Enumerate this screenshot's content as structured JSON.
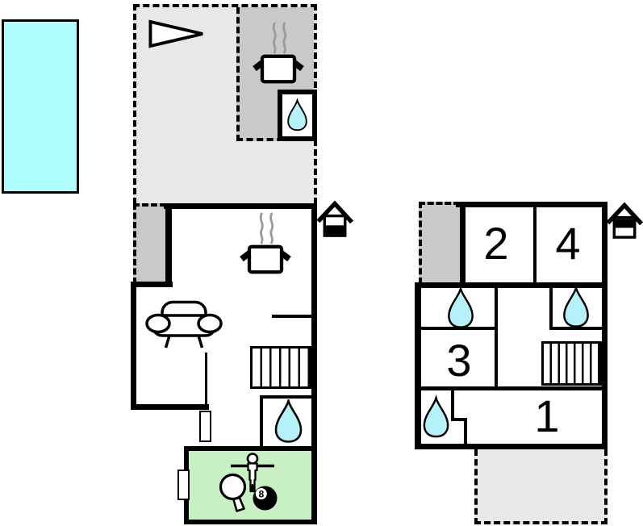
{
  "colors": {
    "pool_water": "#B0FDFE",
    "water_drop": "#B4F1F8",
    "terrace": "#E8E8E8",
    "covered_area": "#C9C9C9",
    "games_room": "#C7F0C3",
    "steam": "#9B9B9B",
    "wall": "#000000"
  },
  "ground_floor": {
    "billiard_ball_label": "8",
    "icon_names": [
      "swimming-pool",
      "terrace",
      "covered-outdoor-kitchen",
      "stove-pot",
      "outdoor-bathroom-drop",
      "direction-pennant",
      "entrance-alcove",
      "kitchen-stove-pot",
      "sofa",
      "stairs",
      "bathroom-drop",
      "entrance-door",
      "games-room-door",
      "table-football-player",
      "table-tennis-paddle",
      "billiard-8-ball",
      "ground-floor-indicator-house"
    ]
  },
  "upper_floor": {
    "rooms": [
      {
        "id": "bedroom-2",
        "label": "2"
      },
      {
        "id": "bedroom-4",
        "label": "4"
      },
      {
        "id": "bedroom-3",
        "label": "3"
      },
      {
        "id": "room-1",
        "label": "1"
      }
    ],
    "icon_names": [
      "entrance-alcove",
      "bathroom-drop",
      "bathroom-drop",
      "bathroom-drop",
      "stairs",
      "terrace",
      "upper-floor-indicator-house"
    ]
  }
}
